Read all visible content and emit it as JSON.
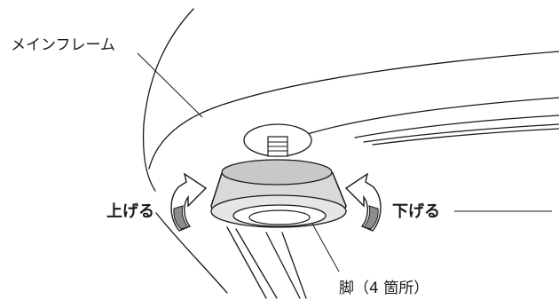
{
  "labels": {
    "main_frame": "メインフレーム",
    "raise": "上げる",
    "lower": "下げる",
    "foot": "脚（4 箇所）"
  },
  "colors": {
    "line": "#1a1a1a",
    "foot_fill": "#d9d9d9",
    "foot_top_fill": "#c8c8c8",
    "arrow_fill": "#ffffff",
    "arrow_shade": "#8c8c8c"
  },
  "icons": {
    "raise": "rotate-counterclockwise-arrow-icon",
    "lower": "rotate-clockwise-arrow-icon"
  }
}
